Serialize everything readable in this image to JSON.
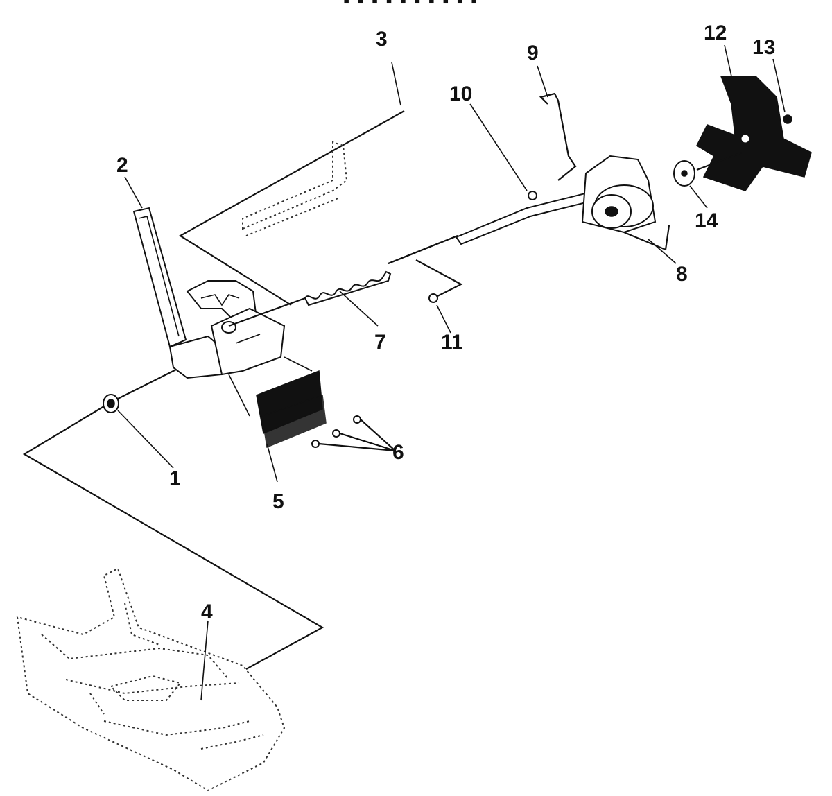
{
  "header_text": "▪ ▪ ▪ ▪ ▪ ▪ ▪ ▪ ▪ ▪",
  "callouts": {
    "c1": "1",
    "c2": "2",
    "c3": "3",
    "c4": "4",
    "c5": "5",
    "c6": "6",
    "c7": "7",
    "c8": "8",
    "c9": "9",
    "c10": "10",
    "c11": "11",
    "c12": "12",
    "c13": "13",
    "c14": "14"
  }
}
